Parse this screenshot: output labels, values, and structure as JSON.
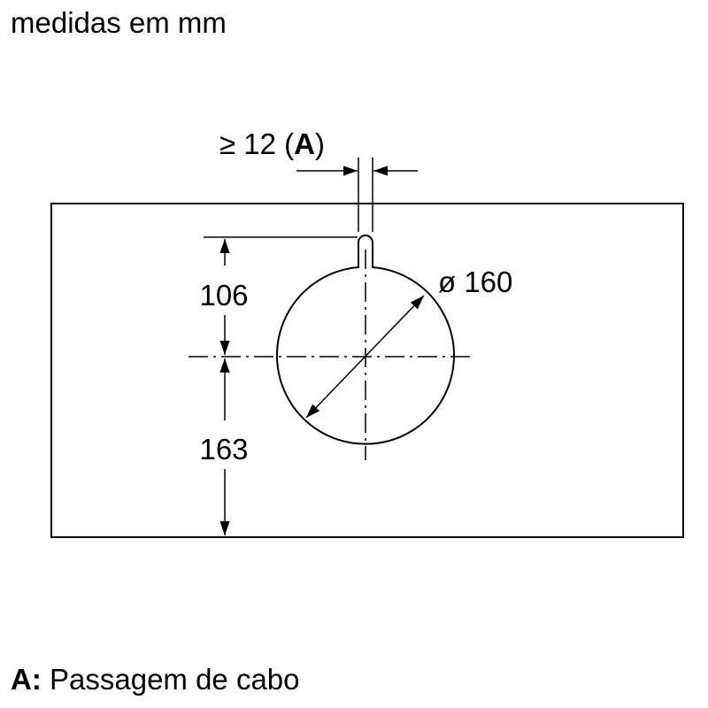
{
  "header": {
    "units_label": "medidas em mm"
  },
  "dimensions": {
    "gap": {
      "prefix": "≥ 12 (",
      "key": "A",
      "suffix": ")"
    },
    "top_offset": "106",
    "bottom_offset": "163",
    "diameter": "ø 160"
  },
  "legend": {
    "key": "A:",
    "text": "Passagem de cabo"
  }
}
